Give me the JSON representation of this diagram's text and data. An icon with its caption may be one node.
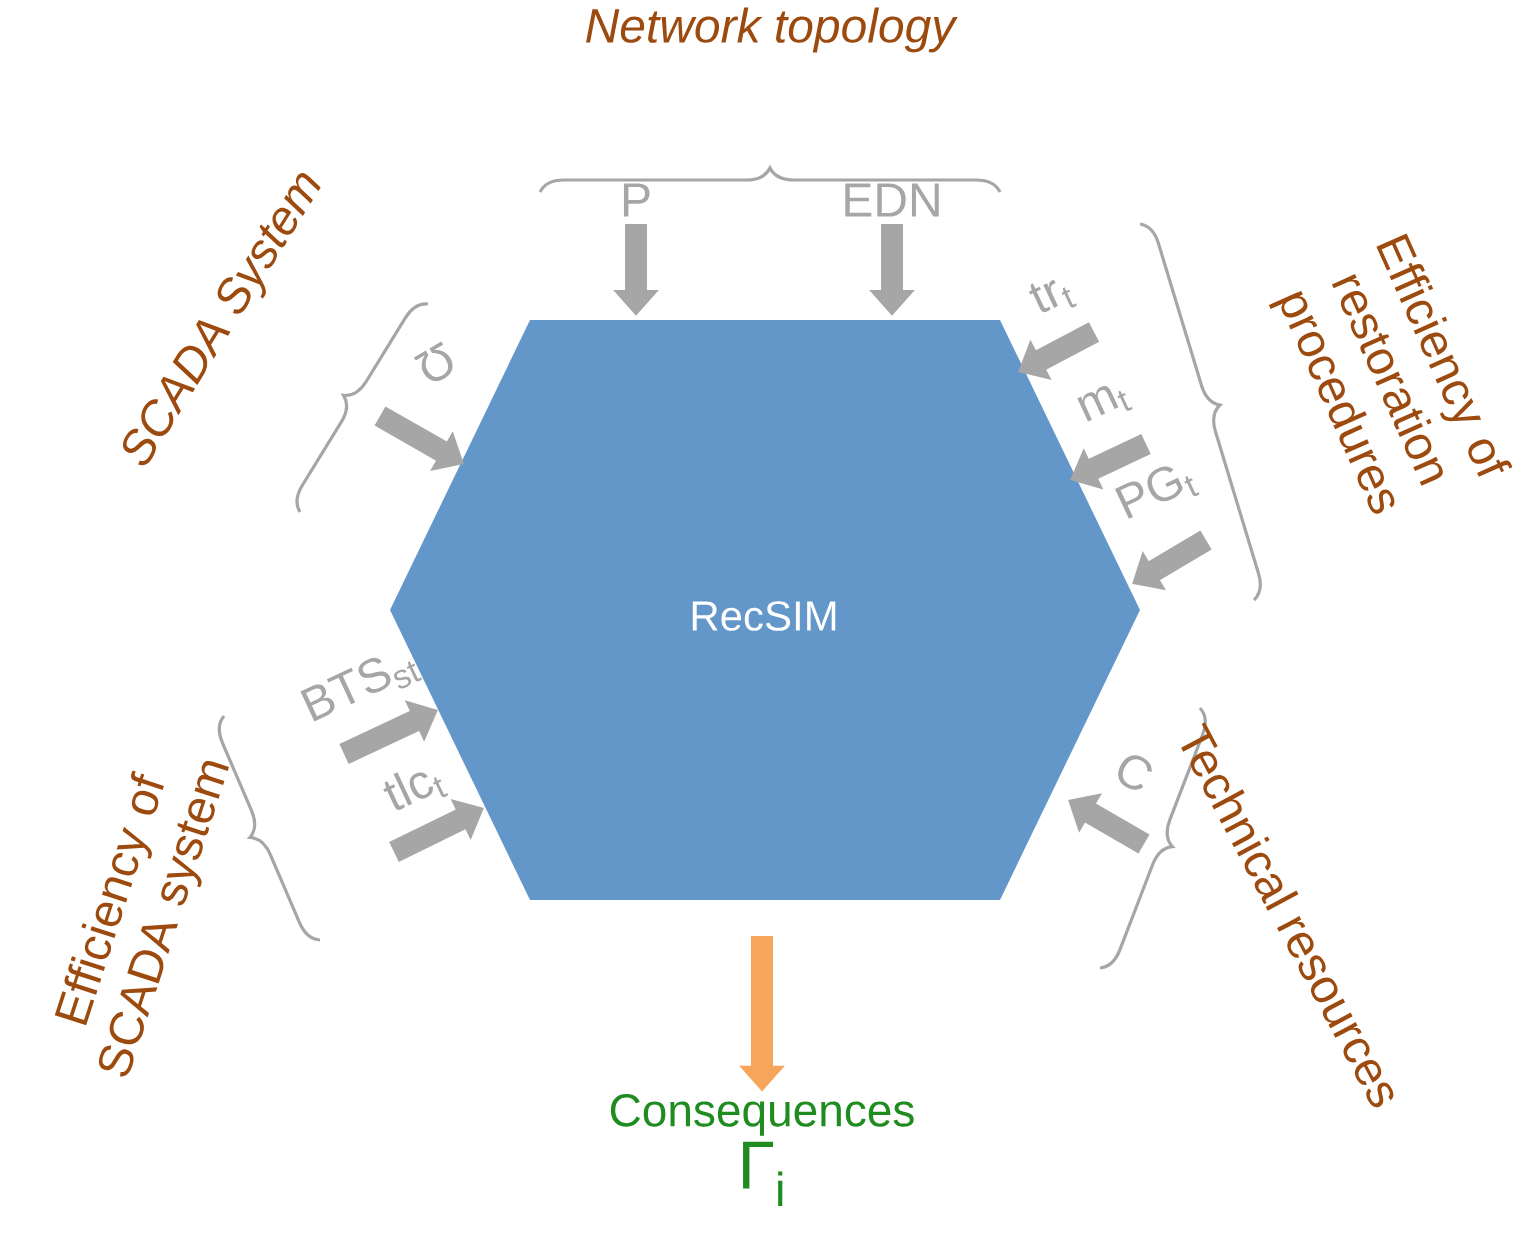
{
  "diagram": {
    "nodes": [
      {
        "text": [
          "RecSIM"
        ]
      },
      {
        "text": [
          "Consequences",
          "Γ$_{i}$"
        ]
      }
    ],
    "edges": [
      {
        "from": null,
        "to": 0,
        "arrow": "to",
        "label": "P"
      },
      {
        "from": null,
        "to": 0,
        "arrow": "to",
        "label": "EDN"
      },
      {
        "from": null,
        "to": 0,
        "arrow": "to",
        "label": "tr$_{t}$"
      },
      {
        "from": null,
        "to": 0,
        "arrow": "to",
        "label": "m$_{t}$"
      },
      {
        "from": null,
        "to": 0,
        "arrow": "to",
        "label": "PG$_{t}$"
      },
      {
        "from": null,
        "to": 0,
        "arrow": "to",
        "label": "C"
      },
      {
        "from": null,
        "to": 0,
        "arrow": "to",
        "label": "tlc$_{t}$"
      },
      {
        "from": null,
        "to": 0,
        "arrow": "to",
        "label": "BTS$_{st}$"
      },
      {
        "from": null,
        "to": 0,
        "arrow": "to",
        "label": "Ω"
      },
      {
        "from": 0,
        "to": 1,
        "arrow": "to",
        "color": "#f7a55a"
      }
    ],
    "labels": [
      "Network topology",
      "SCADA System",
      "Efficiency of restoration procedures",
      "Technical resources",
      "Efficiency of SCADA system"
    ]
  }
}
